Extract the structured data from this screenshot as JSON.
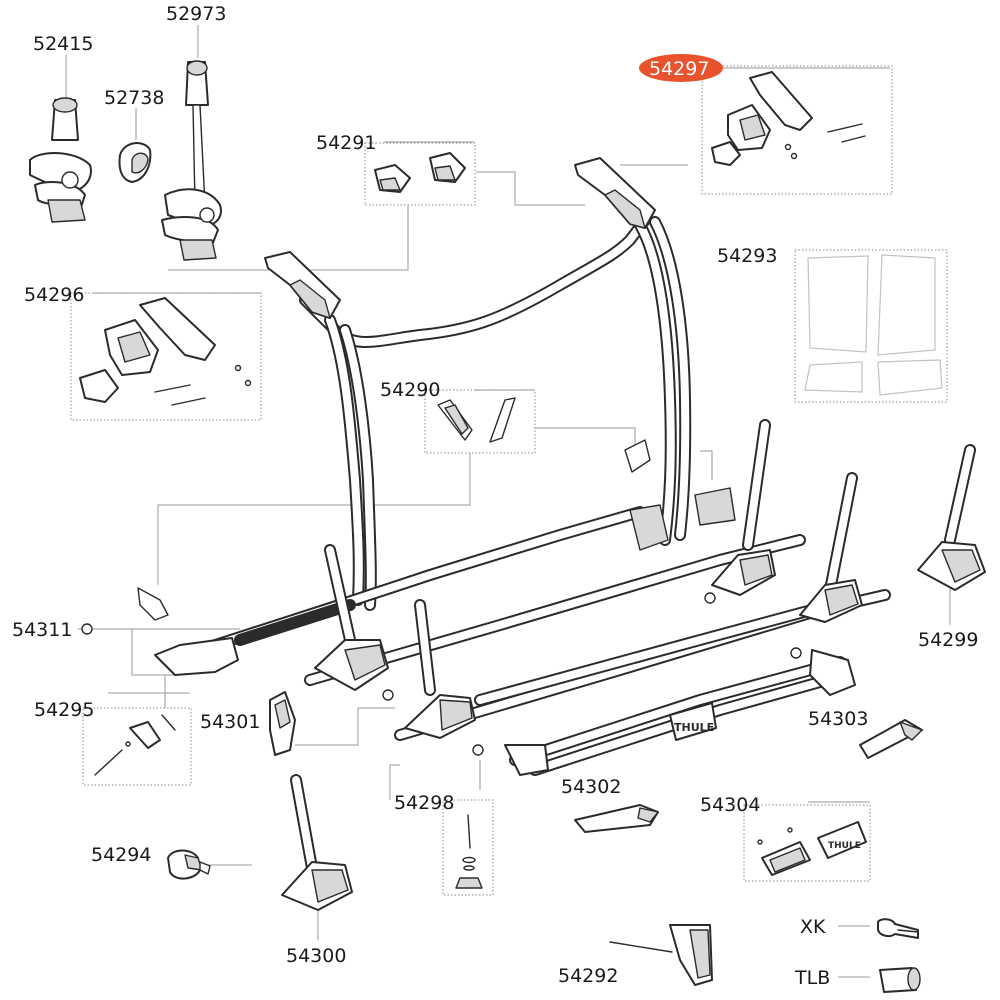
{
  "diagram": {
    "highlight_color": "#e8532e",
    "labels": {
      "p52415": "52415",
      "p52973": "52973",
      "p52738": "52738",
      "p54291": "54291",
      "p54297": "54297",
      "p54296": "54296",
      "p54293": "54293",
      "p54290": "54290",
      "p54311": "54311",
      "p54299": "54299",
      "p54295": "54295",
      "p54301": "54301",
      "p54303": "54303",
      "p54302": "54302",
      "p54304": "54304",
      "p54298": "54298",
      "p54294": "54294",
      "p54300": "54300",
      "p54292": "54292",
      "xk": "XK",
      "tlb": "TLB"
    },
    "highlighted_part": "54297",
    "brand_marks": [
      "THULE",
      "THULE"
    ]
  }
}
